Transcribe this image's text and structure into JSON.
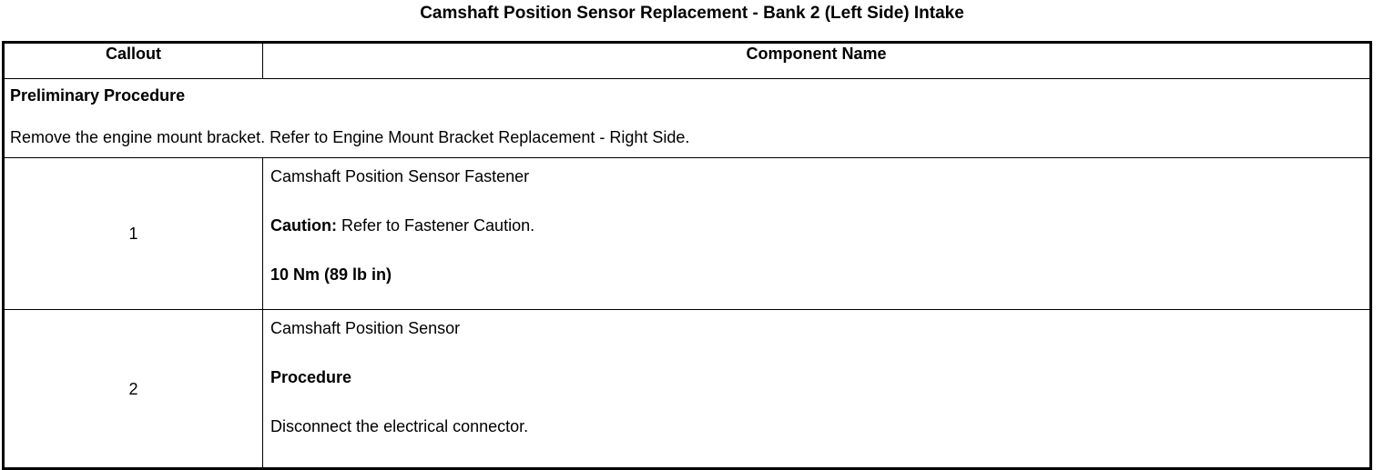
{
  "document": {
    "title": "Camshaft Position Sensor Replacement - Bank 2 (Left Side) Intake"
  },
  "table": {
    "headers": {
      "callout": "Callout",
      "component": "Component Name"
    },
    "preliminary": {
      "heading": "Preliminary Procedure",
      "text": "Remove the engine mount bracket. Refer to Engine Mount Bracket Replacement - Right Side."
    },
    "rows": [
      {
        "callout": "1",
        "lines": [
          {
            "text": "Camshaft Position Sensor Fastener",
            "style": "normal"
          },
          {
            "lead": "Caution:",
            "text": " Refer to Fastener Caution.",
            "style": "lead-bold"
          },
          {
            "text": "10 Nm (89 lb in)",
            "style": "bold"
          }
        ]
      },
      {
        "callout": "2",
        "lines": [
          {
            "text": "Camshaft Position Sensor",
            "style": "normal"
          },
          {
            "text": "Procedure",
            "style": "bold"
          },
          {
            "text": "Disconnect the electrical connector.",
            "style": "normal"
          }
        ]
      }
    ]
  },
  "colors": {
    "background": "#ffffff",
    "text": "#000000",
    "border": "#000000"
  }
}
